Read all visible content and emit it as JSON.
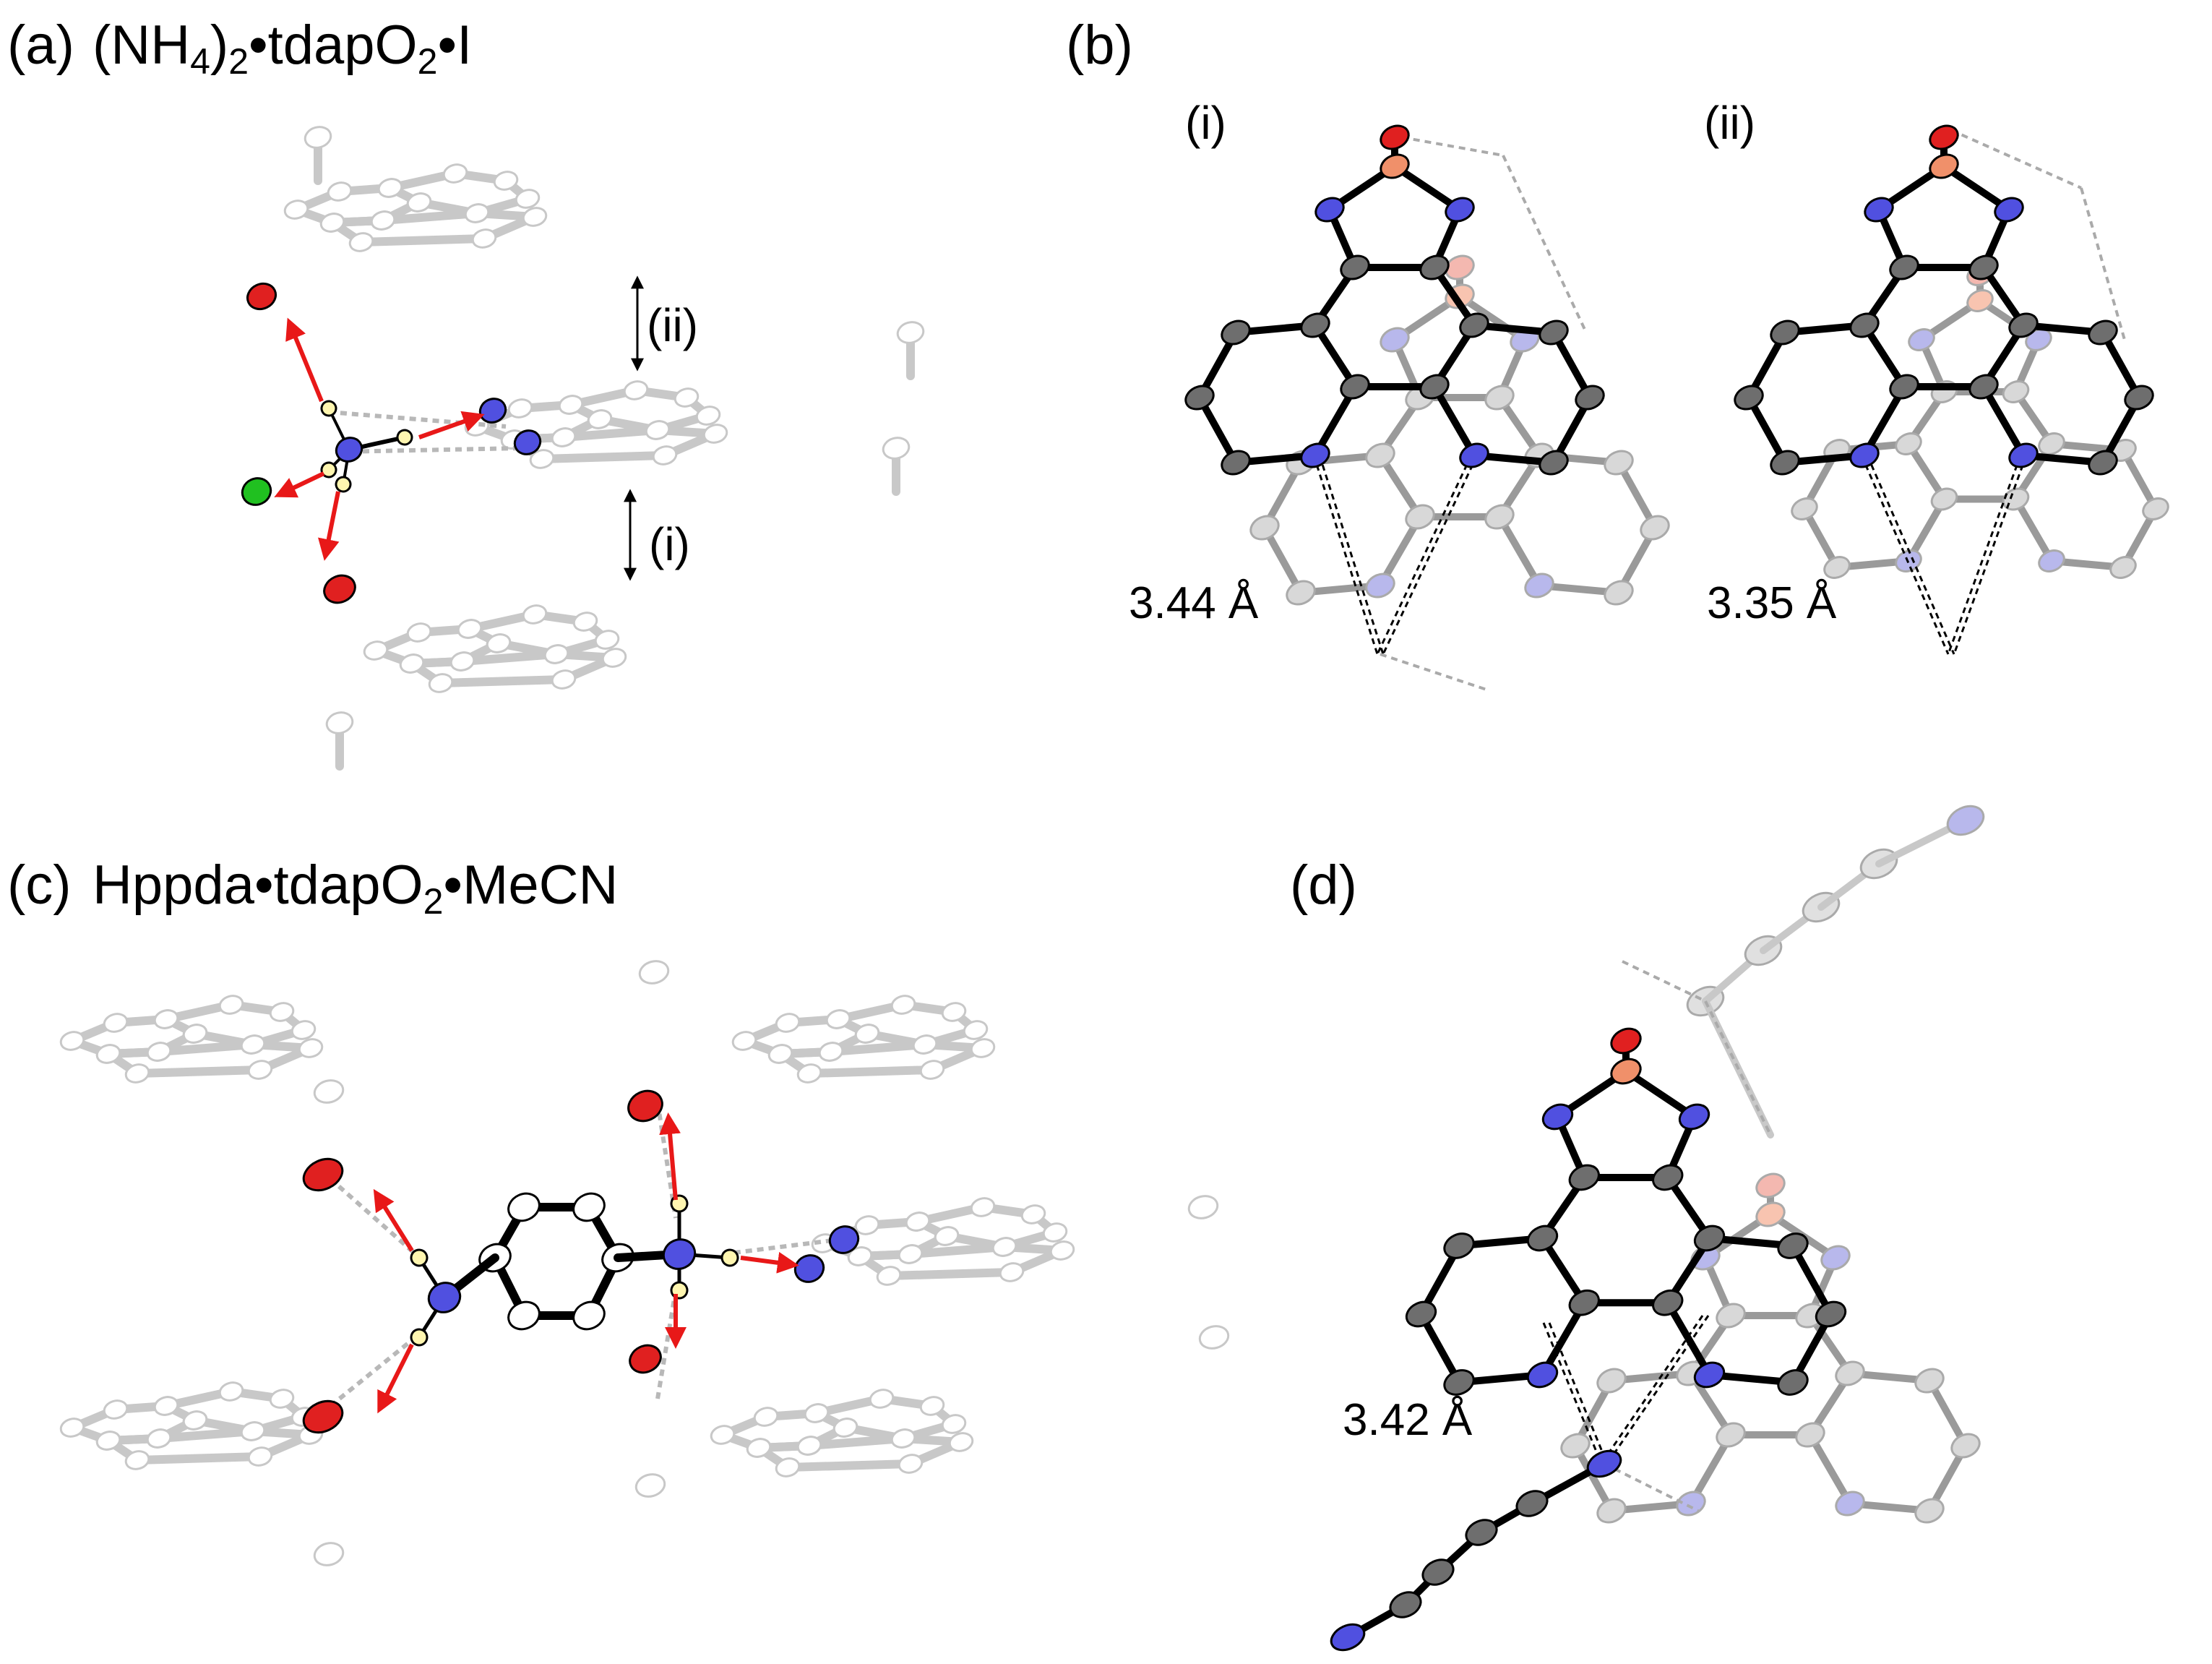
{
  "figure": {
    "panels": {
      "a": {
        "label": "(a)",
        "title_parts": [
          "(NH",
          "4",
          ")",
          "2",
          "•tdapO",
          "2",
          "•I"
        ],
        "stack_labels": [
          "(ii)",
          "(i)"
        ]
      },
      "b": {
        "label": "(b)",
        "sub_i": "(i)",
        "sub_ii": "(ii)",
        "dist_i": "3.44 Å",
        "dist_ii": "3.35 Å"
      },
      "c": {
        "label": "(c)",
        "title_parts": [
          "Hppda•tdapO",
          "2",
          "•MeCN"
        ]
      },
      "d": {
        "label": "(d)",
        "dist": "3.42 Å"
      }
    },
    "colors": {
      "oxygen": "#e02020",
      "nitrogen": "#5050e0",
      "chlorine": "#20c020",
      "hydrogen": "#fff6b0",
      "carbon": "#6e6e6e",
      "selenium": "#f0906a",
      "ghost_atom": "#e4e4e4",
      "ghost_bond": "#c8c8c8",
      "arrow": "#e81818"
    }
  }
}
